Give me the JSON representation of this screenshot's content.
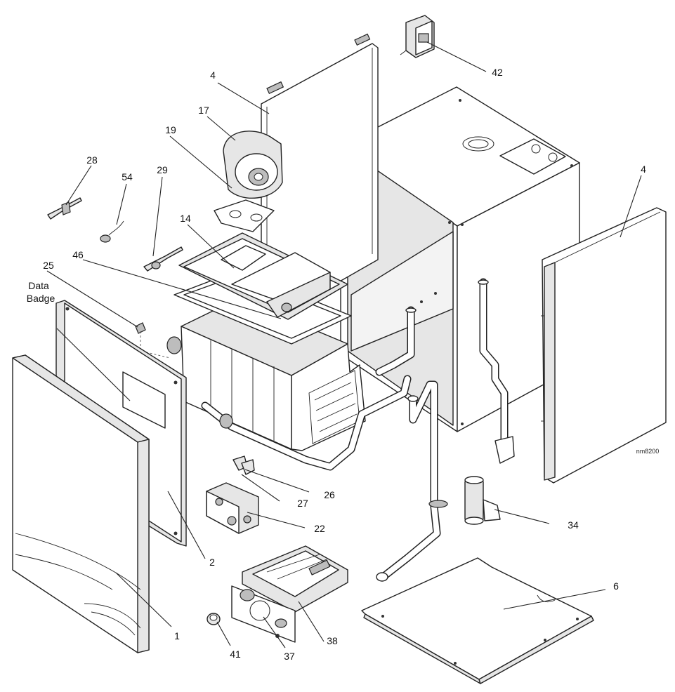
{
  "diagram": {
    "drawing_code": "nm8200",
    "callouts": {
      "c1": "1",
      "c2": "2",
      "c4_top": "4",
      "c4_right": "4",
      "c6": "6",
      "c14": "14",
      "c17": "17",
      "c19": "19",
      "c22": "22",
      "c25": "25",
      "c26": "26",
      "c27": "27",
      "c28": "28",
      "c29": "29",
      "c34": "34",
      "c37": "37",
      "c38": "38",
      "c41": "41",
      "c42": "42",
      "c46": "46",
      "c54": "54"
    },
    "data_badge_line1": "Data",
    "data_badge_line2": "Badge"
  }
}
